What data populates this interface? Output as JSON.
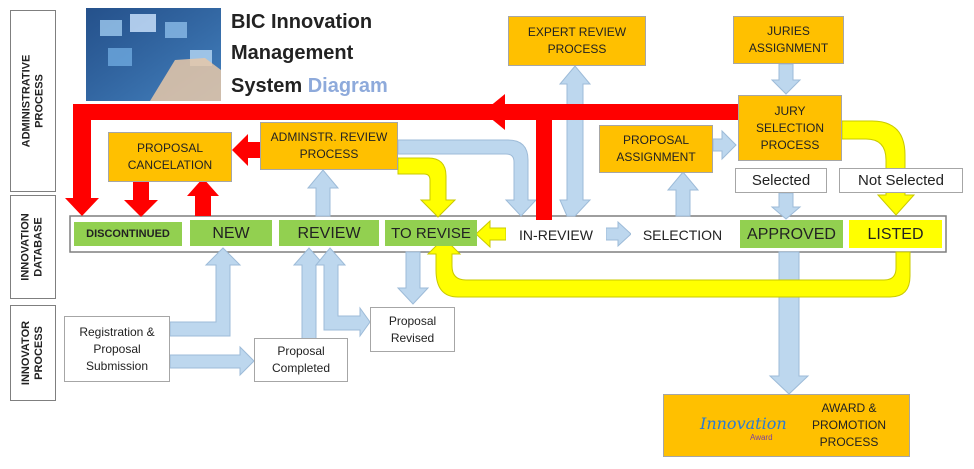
{
  "title": {
    "line1": "BIC Innovation",
    "line2": "Management",
    "line3a": "System",
    "line3b": "Diagram"
  },
  "lanes": {
    "admin": "ADMINISTRATIVE\nPROCESS",
    "database": "INNOVATION\nDATABASE",
    "innovator": "INNOVATOR\nPROCESS"
  },
  "process": {
    "expert_review": "EXPERT REVIEW PROCESS",
    "juries_assignment": "JURIES ASSIGNMENT",
    "proposal_cancelation": "PROPOSAL CANCELATION",
    "admin_review": "ADMINSTR. REVIEW PROCESS",
    "proposal_assignment": "PROPOSAL ASSIGNMENT",
    "jury_selection": "JURY SELECTION PROCESS",
    "award_promotion": "AWARD & PROMOTION PROCESS"
  },
  "labels": {
    "selected": "Selected",
    "not_selected": "Not Selected"
  },
  "database": {
    "discontinued": "DISCONTINUED",
    "new": "NEW",
    "review": "REVIEW",
    "to_revise": "TO REVISE",
    "in_review": "IN-REVIEW",
    "selection": "SELECTION",
    "approved": "APPROVED",
    "listed": "LISTED"
  },
  "innovator": {
    "registration": "Registration & Proposal Submission",
    "completed": "Proposal Completed",
    "revised": "Proposal Revised"
  },
  "logo": {
    "text": "Innovation",
    "sub": "Award"
  },
  "colors": {
    "orange": "#ffc000",
    "green": "#92d050",
    "yellow": "#ffff00",
    "red": "#ff0000",
    "blue": "#bdd7ee"
  }
}
